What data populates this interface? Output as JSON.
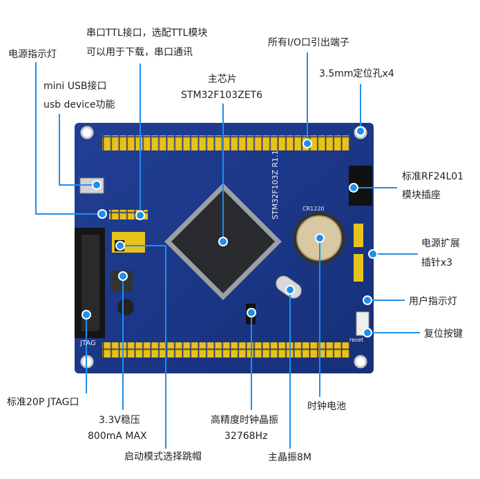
{
  "board": {
    "silk_model": "STM32F103Z R1.1",
    "silk_jtag": "JTAG",
    "silk_battery": "CR1220",
    "silk_reset": "reset"
  },
  "callouts": {
    "power_led": "电源指示灯",
    "usb_line1": "mini USB接口",
    "usb_line2": "usb device功能",
    "ttl_line1": "串口TTL接口，选配TTL模块",
    "ttl_line2": "可以用于下载，串口通讯",
    "chip_line1": "主芯片",
    "chip_line2": "STM32F103ZET6",
    "io_headers": "所有I/O口引出端子",
    "holes": "3.5mm定位孔x4",
    "rf_line1": "标准RF24L01",
    "rf_line2": "模块插座",
    "pwr_ext_line1": "电源扩展",
    "pwr_ext_line2": "插针x3",
    "user_led": "用户指示灯",
    "reset_button": "复位按键",
    "clock_battery": "时钟电池",
    "main_crystal": "主晶振8M",
    "rtc_line1": "高精度时钟晶振",
    "rtc_line2": "32768Hz",
    "boot_jumper": "启动模式选择跳帽",
    "ldo_line1": "3.3V稳压",
    "ldo_line2": "800mA MAX",
    "jtag": "标准20P JTAG口"
  },
  "colors": {
    "accent": "#1e8ff0",
    "pcb": "#1b3a8c",
    "header": "#e8c21a"
  }
}
